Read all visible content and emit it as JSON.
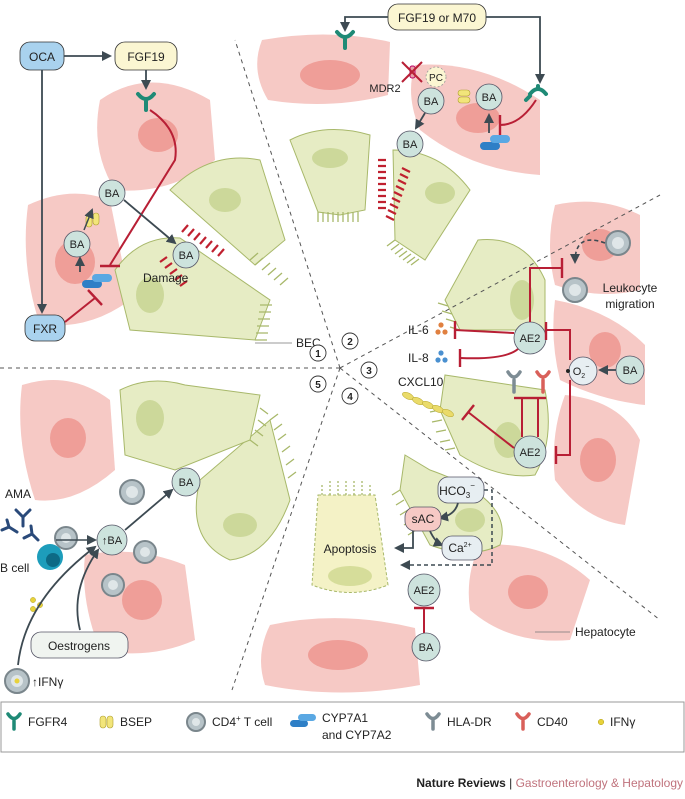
{
  "labels": {
    "oca": "OCA",
    "fgf19": "FGF19",
    "fgf19_or_m70": "FGF19 or M70",
    "fxr": "FXR",
    "ba": "BA",
    "up_ba": "↑BA",
    "pc": "PC",
    "mdr2": "MDR2",
    "damage": "Damage",
    "bec": "BEC",
    "il6": "IL-6",
    "il8": "IL-8",
    "cxcl10": "CXCL10",
    "ae2": "AE2",
    "o2": "O",
    "o2_sub": "2",
    "o2_sup": "−",
    "leukocyte": "Leukocyte",
    "migration": "migration",
    "ama": "AMA",
    "b_cell": "B cell",
    "oestrogens": "Oestrogens",
    "ifny_up": "↑IFNγ",
    "hco3": "HCO",
    "hco3_sub": "3",
    "hco3_sup": "−",
    "sac": "sAC",
    "ca": "Ca",
    "ca_sup": "2+",
    "apoptosis": "Apoptosis",
    "hepatocyte": "Hepatocyte"
  },
  "sections": [
    "1",
    "2",
    "3",
    "4",
    "5"
  ],
  "legend": {
    "fgfr4": "FGFR4",
    "bsep": "BSEP",
    "cd4_a": "CD4",
    "cd4_sup": "+",
    "cd4_b": " T cell",
    "cyp_1": "CYP7A1",
    "cyp_2": "and CYP7A2",
    "hla": "HLA-DR",
    "cd40": "CD40",
    "ifny": "IFNγ"
  },
  "credit": {
    "journal": "Nature Reviews",
    "separator": " | ",
    "subject": "Gastroenterology & Hepatology"
  },
  "colors": {
    "hepatocyte": "#f6c9c5",
    "hepatocyte_nucleus": "#ef9e98",
    "bec": "#e6ecc4",
    "bec_nucleus": "#ccd89a",
    "ba": "#cde3dd",
    "blue_box": "#a9d2ee",
    "yellow_box": "#fbf6d2",
    "inhibit": "#b81f35",
    "arrow": "#3d4a52",
    "fgfr4": "#1f8a76",
    "cd40": "#d9605a",
    "hla": "#7d8c94",
    "ifny": "#e8d23a",
    "credit_subject": "#c0737d"
  }
}
